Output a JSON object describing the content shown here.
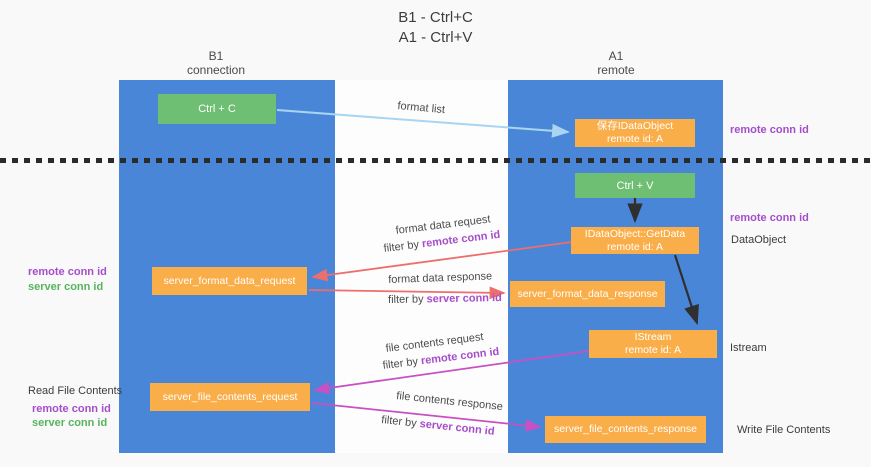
{
  "title": {
    "line1": "B1 - Ctrl+C",
    "line2": "A1 - Ctrl+V"
  },
  "columns": {
    "left": {
      "name": "B1",
      "role": "connection"
    },
    "right": {
      "name": "A1",
      "role": "remote"
    }
  },
  "boxes": {
    "ctrl_c": {
      "label": "Ctrl + C"
    },
    "save_idataobject": {
      "line1": "保存IDataObject",
      "line2": "remote id: A"
    },
    "ctrl_v": {
      "label": "Ctrl + V"
    },
    "getdata": {
      "line1": "IDataObject::GetData",
      "line2": "remote id: A"
    },
    "format_request": {
      "label": "server_format_data_request"
    },
    "format_response": {
      "label": "server_format_data_response"
    },
    "istream": {
      "line1": "IStream",
      "line2": "remote id: A"
    },
    "file_request": {
      "label": "server_file_contents_request"
    },
    "file_response": {
      "label": "server_file_contents_response"
    }
  },
  "arrow_labels": {
    "format_list": "format list",
    "format_request": "format data request",
    "format_request_filter": {
      "prefix": "filter by ",
      "key": "remote conn id"
    },
    "format_response": "format data response",
    "format_response_filter": {
      "prefix": "filter by ",
      "key": "server conn id"
    },
    "file_request": "file contents request",
    "file_request_filter": {
      "prefix": "filter by ",
      "key": "remote conn id"
    },
    "file_response": "file contents response",
    "file_response_filter": {
      "prefix": "filter by ",
      "key": "server conn id"
    }
  },
  "left_labels": {
    "remote_conn_id_format": "remote conn id",
    "server_conn_id_format": "server conn id",
    "read_file_contents": "Read File Contents",
    "remote_conn_id_file": "remote conn id",
    "server_conn_id_file": "server conn id"
  },
  "right_labels": {
    "remote_conn_id_top": "remote conn id",
    "remote_conn_id_mid": "remote conn id",
    "dataobject": "DataObject",
    "istream": "Istream",
    "write_file_contents": "Write File Contents"
  },
  "colors": {
    "column_blue": "#4a86d8",
    "box_green": "#6ebf73",
    "box_orange": "#f9ae49",
    "purple_text": "#a64dcb",
    "green_text": "#56b45c",
    "red_arrow": "#ee6e6e",
    "magenta_arrow": "#c750c3",
    "light_blue_arrow": "#a9d5f3",
    "black_arrow": "#2f2f2f"
  }
}
